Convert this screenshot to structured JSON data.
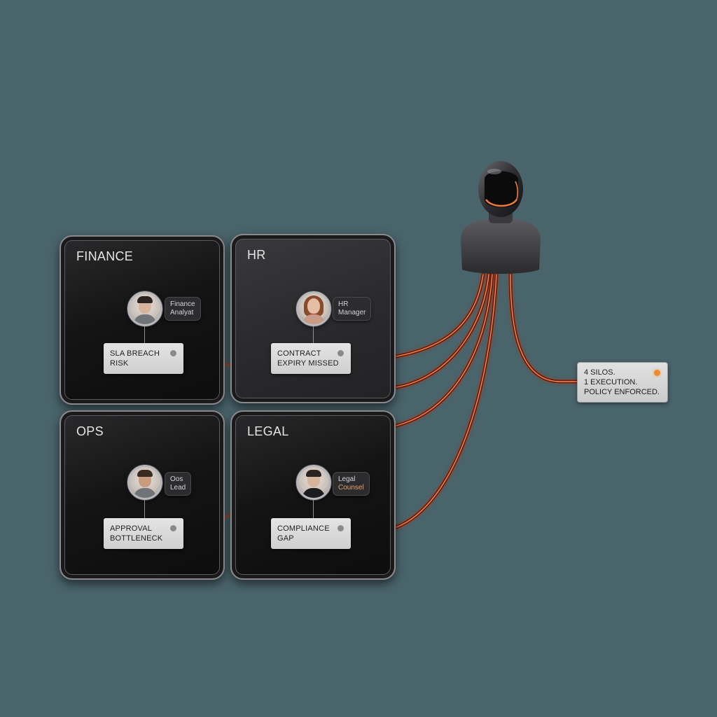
{
  "diagram": {
    "background_color": "#4a646c",
    "accent_color": "#e8643a",
    "silos": [
      {
        "id": "finance",
        "title": "FINANCE",
        "role": {
          "line1": "Finance",
          "line2": "Analyat"
        },
        "issue": {
          "line1": "SLA BREACH",
          "line2": "RISK"
        },
        "status_color": "#8a8a8c"
      },
      {
        "id": "hr",
        "title": "HR",
        "role": {
          "line1": "HR",
          "line2": "Manager"
        },
        "issue": {
          "line1": "CONTRACT",
          "line2": "EXPIRY MISSED"
        },
        "status_color": "#8a8a8c"
      },
      {
        "id": "ops",
        "title": "OPS",
        "role": {
          "line1": "Oos",
          "line2": "Lead"
        },
        "issue": {
          "line1": "APPROVAL",
          "line2": "BOTTLENECK"
        },
        "status_color": "#8a8a8c"
      },
      {
        "id": "legal",
        "title": "LEGAL",
        "role": {
          "line1": "Legal",
          "line2": "Counsel"
        },
        "issue": {
          "line1": "COMPLIANCE",
          "line2": "GAP"
        },
        "status_color": "#8a8a8c"
      }
    ],
    "agent": {
      "icon": "ai-agent-bust-icon"
    },
    "summary": {
      "line1": "4 SILOS.",
      "line2": "1 EXECUTION.",
      "line3": "POLICY ENFORCED.",
      "status_color": "#f08a2c"
    }
  }
}
